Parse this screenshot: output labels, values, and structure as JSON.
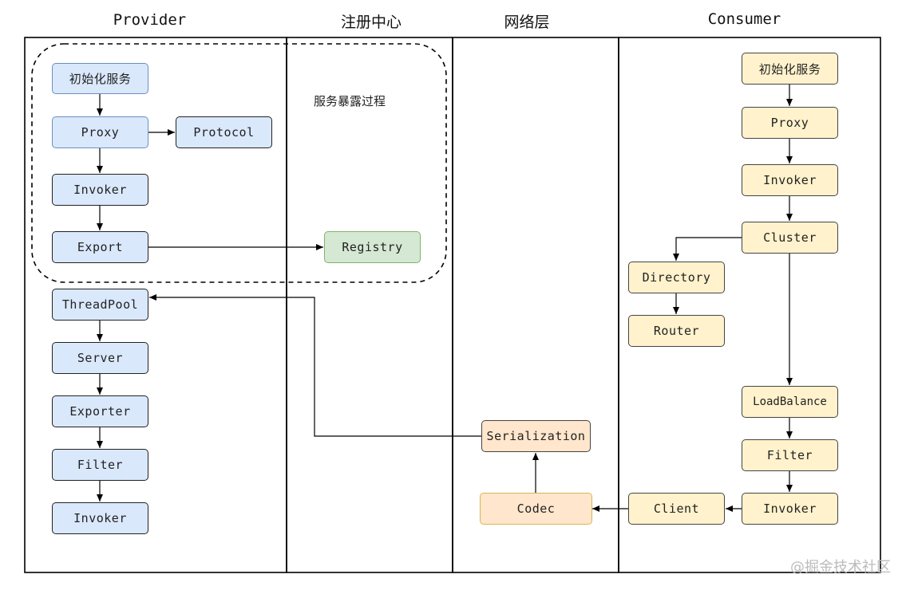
{
  "lanes": {
    "provider": "Provider",
    "registry": "注册中心",
    "network": "网络层",
    "consumer": "Consumer"
  },
  "exposure_label": "服务暴露过程",
  "provider_nodes": {
    "init": "初始化服务",
    "proxy": "Proxy",
    "protocol": "Protocol",
    "invoker": "Invoker",
    "export": "Export",
    "threadpool": "ThreadPool",
    "server": "Server",
    "exporter": "Exporter",
    "filter": "Filter",
    "invoker2": "Invoker"
  },
  "registry_nodes": {
    "registry": "Registry"
  },
  "network_nodes": {
    "serialization": "Serialization",
    "codec": "Codec"
  },
  "consumer_nodes": {
    "init": "初始化服务",
    "proxy": "Proxy",
    "invoker": "Invoker",
    "cluster": "Cluster",
    "directory": "Directory",
    "router": "Router",
    "loadbalance": "LoadBalance",
    "filter": "Filter",
    "invoker2": "Invoker",
    "client": "Client"
  },
  "colors": {
    "provider_fill": "#dae8fc",
    "registry_fill": "#d5e8d4",
    "consumer_fill": "#fff2cc",
    "network_fill": "#ffe6cc",
    "line": "#000000"
  },
  "watermark": "@掘金技术社区"
}
